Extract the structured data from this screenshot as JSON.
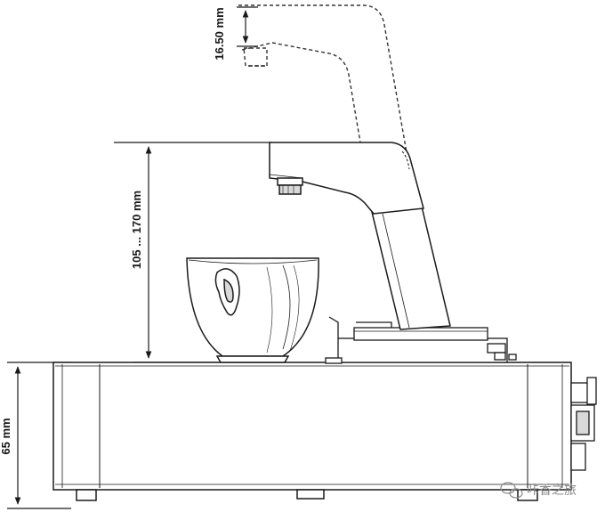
{
  "dimensions": {
    "spout_travel": "16.50 mm",
    "cup_clearance": "105 ... 170 mm",
    "base_height": "65 mm"
  },
  "watermark": {
    "text": "咔香之旅",
    "icon": "wechat-bubble-icon"
  },
  "colors": {
    "line": "#1a1a1a",
    "dashed": "#333333",
    "shade": "#d9d9d9"
  }
}
